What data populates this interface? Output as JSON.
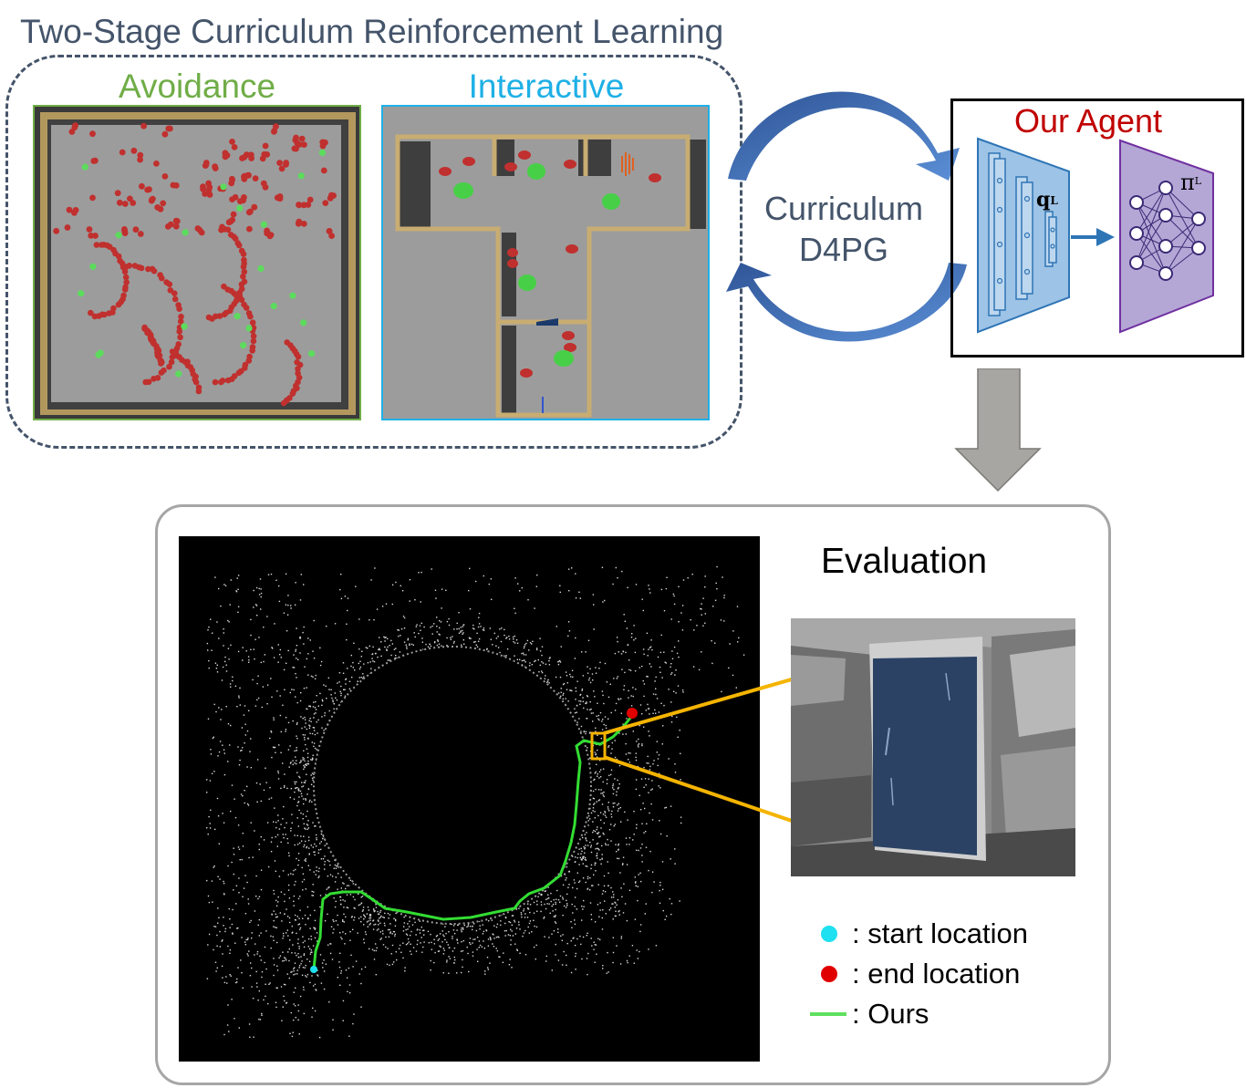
{
  "figure": {
    "title": "Two-Stage Curriculum Reinforcement Learning",
    "stages": [
      {
        "label": "Avoidance",
        "color": "#70ad47"
      },
      {
        "label": "Interactive",
        "color": "#1fb0e6"
      }
    ],
    "curriculum": {
      "line1": "Curriculum",
      "line2": "D4PG"
    },
    "agent": {
      "title": "Our Agent",
      "critic_label": "q",
      "critic_sub": "L",
      "policy_label": "π",
      "policy_sub": "L"
    },
    "evaluation": {
      "title": "Evaluation",
      "legend": [
        {
          "marker": "dot",
          "color": "#1ee0f0",
          "text": ": start location"
        },
        {
          "marker": "dot",
          "color": "#e00000",
          "text": ": end location"
        },
        {
          "marker": "line",
          "color": "#5ee05e",
          "text": ": Ours"
        }
      ]
    },
    "colors": {
      "text_gray": "#44546a",
      "agent_title": "#c00000",
      "arrow_blue": "#4472c4",
      "path_green": "#33dd33",
      "zoom_yellow": "#f5b400",
      "network_blue": "#9dc3e6",
      "network_purple": "#b4a7d6"
    }
  }
}
